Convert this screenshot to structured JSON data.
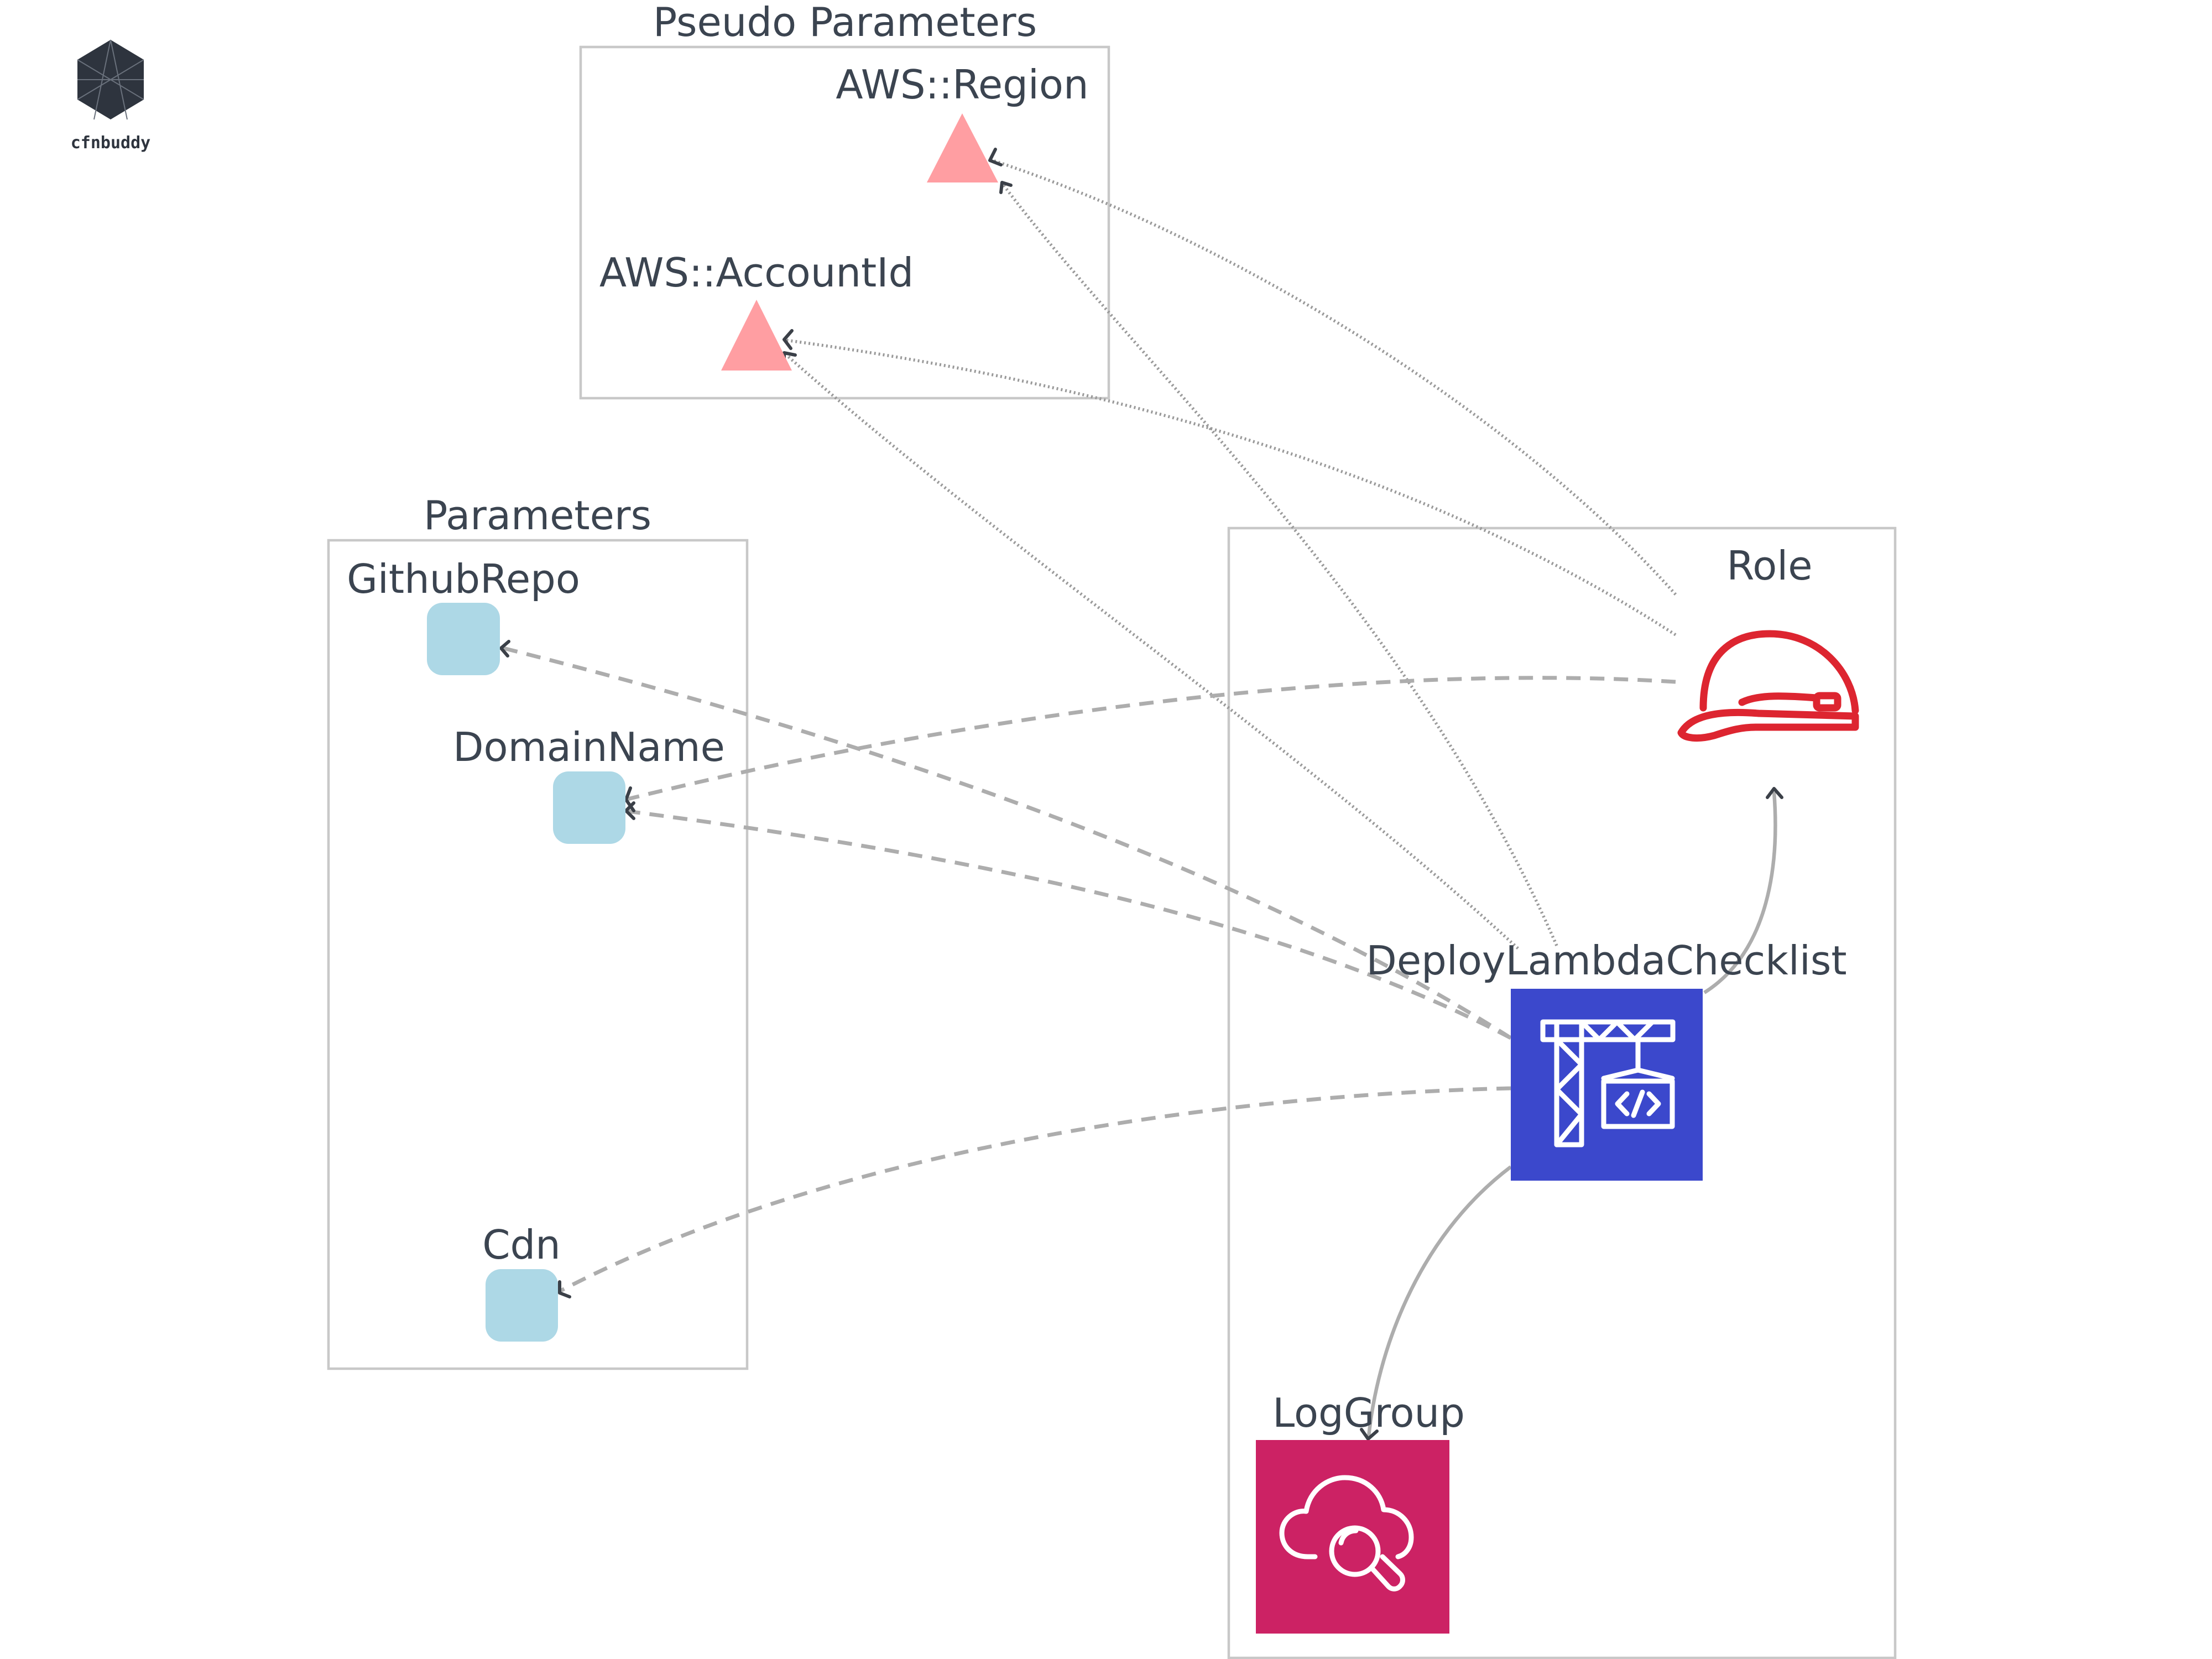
{
  "logo": {
    "text": "cfnbuddy"
  },
  "groups": {
    "pseudo": {
      "title": "Pseudo Parameters"
    },
    "parameters": {
      "title": "Parameters"
    }
  },
  "nodes": {
    "region": {
      "label": "AWS::Region",
      "kind": "pseudo-parameter",
      "icon": "triangle-icon",
      "color": "#ff9ea2"
    },
    "account_id": {
      "label": "AWS::AccountId",
      "kind": "pseudo-parameter",
      "icon": "triangle-icon",
      "color": "#ff9ea2"
    },
    "github_repo": {
      "label": "GithubRepo",
      "kind": "parameter",
      "icon": "rounded-square-icon",
      "color": "#add8e6"
    },
    "domain_name": {
      "label": "DomainName",
      "kind": "parameter",
      "icon": "rounded-square-icon",
      "color": "#add8e6"
    },
    "cdn": {
      "label": "Cdn",
      "kind": "parameter",
      "icon": "rounded-square-icon",
      "color": "#add8e6"
    },
    "role": {
      "label": "Role",
      "kind": "resource",
      "icon": "hard-hat-icon",
      "color": "#dd2530"
    },
    "deploy": {
      "label": "DeployLambdaChecklist",
      "kind": "resource",
      "icon": "crane-code-icon",
      "color": "#3b48cc"
    },
    "log_group": {
      "label": "LogGroup",
      "kind": "resource",
      "icon": "cloud-search-icon",
      "color": "#cc2264"
    }
  },
  "edges": [
    {
      "from": "role",
      "to": "region",
      "style": "dotted"
    },
    {
      "from": "role",
      "to": "account_id",
      "style": "dotted"
    },
    {
      "from": "role",
      "to": "domain_name",
      "style": "dashed"
    },
    {
      "from": "deploy",
      "to": "region",
      "style": "dotted"
    },
    {
      "from": "deploy",
      "to": "account_id",
      "style": "dotted"
    },
    {
      "from": "deploy",
      "to": "github_repo",
      "style": "dashed"
    },
    {
      "from": "deploy",
      "to": "domain_name",
      "style": "dashed"
    },
    {
      "from": "deploy",
      "to": "cdn",
      "style": "dashed"
    },
    {
      "from": "deploy",
      "to": "role",
      "style": "solid"
    },
    {
      "from": "deploy",
      "to": "log_group",
      "style": "solid"
    }
  ]
}
